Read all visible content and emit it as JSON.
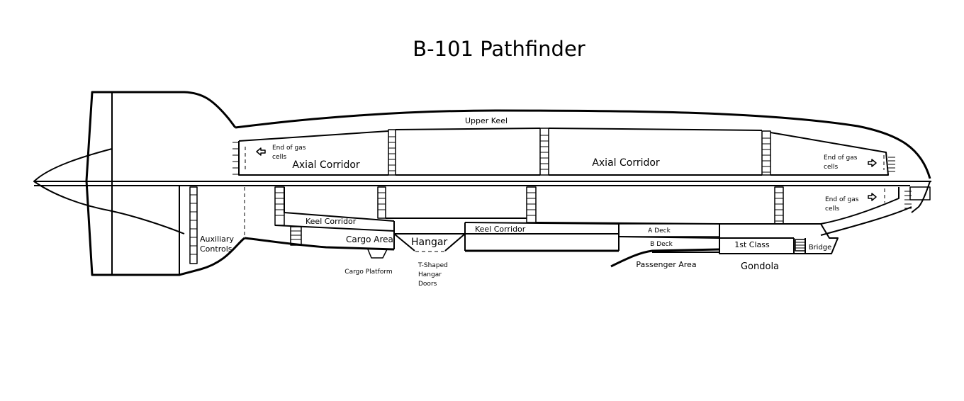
{
  "title": "B-101 Pathfinder",
  "labels": {
    "upper_keel": "Upper Keel",
    "axial_corridor_1": "Axial Corridor",
    "axial_corridor_2": "Axial Corridor",
    "end_gas_cells_left_1": "End of gas",
    "end_gas_cells_left_2": "cells",
    "end_gas_cells_right_top_1": "End of gas",
    "end_gas_cells_right_top_2": "cells",
    "end_gas_cells_right_bottom_1": "End of gas",
    "end_gas_cells_right_bottom_2": "cells",
    "keel_corridor_1": "Keel Corridor",
    "keel_corridor_2": "Keel Corridor",
    "cargo_area": "Cargo Area",
    "hangar": "Hangar",
    "cargo_platform": "Cargo Platform",
    "t_shaped_1": "T-Shaped",
    "t_shaped_2": "Hangar",
    "t_shaped_3": "Doors",
    "auxiliary_1": "Auxiliary",
    "auxiliary_2": "Controls",
    "a_deck": "A Deck",
    "b_deck": "B Deck",
    "passenger_area": "Passenger Area",
    "first_class": "1st Class",
    "bridge": "Bridge",
    "gondola": "Gondola"
  },
  "icons": {
    "arrow_left": "arrow-left-icon",
    "arrow_right": "arrow-right-icon"
  }
}
